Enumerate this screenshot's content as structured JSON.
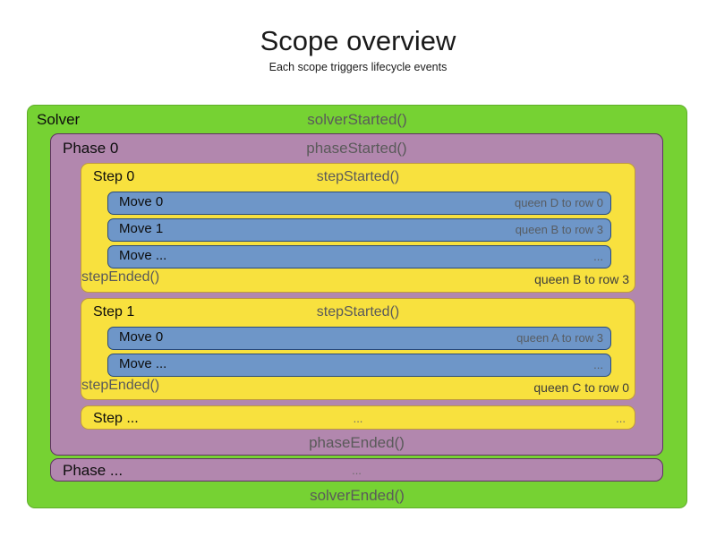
{
  "page": {
    "title": "Scope overview",
    "subtitle": "Each scope triggers lifecycle events"
  },
  "colors": {
    "solver_fill": "#76d233",
    "solver_border": "#5fae2a",
    "phase_fill": "#b287ae",
    "phase_border": "#5f3163",
    "step_fill": "#f8e13e",
    "step_border": "#bf9a3f",
    "move_fill": "#6e96c8",
    "move_border": "#2a4b7c",
    "event_text": "#5a5a5a",
    "note_text": "#585d63"
  },
  "solver": {
    "label": "Solver",
    "started": "solverStarted()",
    "ended": "solverEnded()",
    "phase0": {
      "label": "Phase 0",
      "started": "phaseStarted()",
      "ended": "phaseEnded()",
      "step0": {
        "label": "Step 0",
        "started": "stepStarted()",
        "ended": "stepEnded()",
        "ended_note": "queen B to row 3",
        "moves": [
          {
            "label": "Move 0",
            "note": "queen D to row 0"
          },
          {
            "label": "Move 1",
            "note": "queen B to row 3"
          },
          {
            "label": "Move ...",
            "note": "..."
          }
        ]
      },
      "step1": {
        "label": "Step 1",
        "started": "stepStarted()",
        "ended": "stepEnded()",
        "ended_note": "queen C to row 0",
        "moves": [
          {
            "label": "Move 0",
            "note": "queen A to row 3"
          },
          {
            "label": "Move ...",
            "note": "..."
          }
        ]
      },
      "step_more": {
        "label": "Step ...",
        "center": "...",
        "right": "..."
      }
    },
    "phase_more": {
      "label": "Phase ...",
      "center": "..."
    }
  }
}
